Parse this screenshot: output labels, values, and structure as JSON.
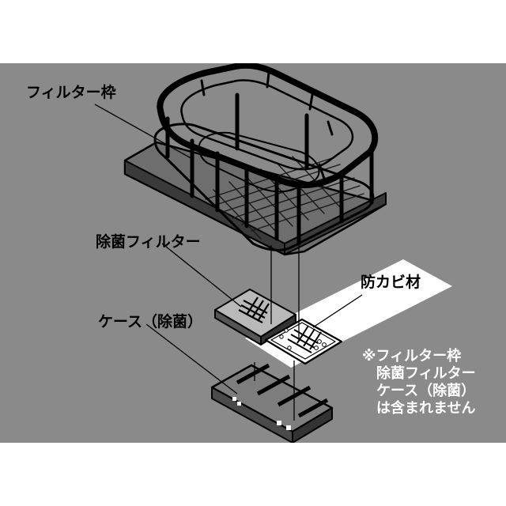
{
  "labels": {
    "filter_frame": "フィルター枠",
    "antibacterial_filter": "除菌フィルター",
    "case": "ケース（除菌）",
    "mold_agent": "防カビ材"
  },
  "note": {
    "lines": [
      "※フィルター枠",
      "除菌フィルター",
      "ケース（除菌）",
      "は含まれません"
    ]
  },
  "colors": {
    "background": "#8a8a8a",
    "page": "#ffffff",
    "outline": "#000000",
    "highlight": "#ffffff"
  }
}
